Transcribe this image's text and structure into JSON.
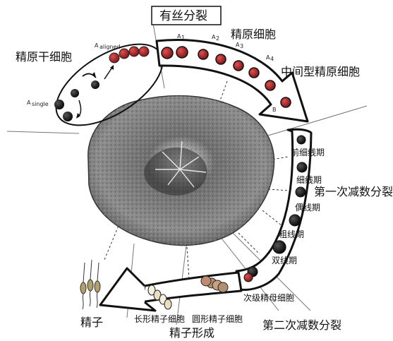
{
  "labels": {
    "mitosis": "有丝分裂",
    "spermatogonia": "精原细胞",
    "spermatogonial_stem_cells": "精原干细胞",
    "intermediate_spermatogonia": "中间型精原细胞",
    "leptotene": "前细线期",
    "zygotene_thin": "细线期",
    "zygotene": "偶线期",
    "pachytene": "粗线期",
    "diplotene": "双线期",
    "meiosis_one": "第一次减数分裂",
    "secondary_spermatocyte": "次级精母细胞",
    "meiosis_two": "第二次减数分裂",
    "elongated_spermatid": "长形精子细胞",
    "round_spermatid": "圆形精子细胞",
    "spermiogenesis": "精子形成",
    "sperm": "精子"
  },
  "cell_tags": {
    "a_aligned": "A",
    "a_aligned_sub": "aligned",
    "a_single": "A",
    "a_single_sub": "single",
    "a1": "A",
    "a1_sub": "1",
    "a2": "A",
    "a2_sub": "2",
    "a3": "A",
    "a3_sub": "3",
    "a4": "A",
    "a4_sub": "4",
    "b": "B"
  },
  "colors": {
    "arrow_stroke": "#111111",
    "cell_red": "#b22a2a",
    "cell_dark": "#1a1a1a",
    "tubule": "#8a8a8a",
    "sperm_head": "#b0a06a"
  }
}
